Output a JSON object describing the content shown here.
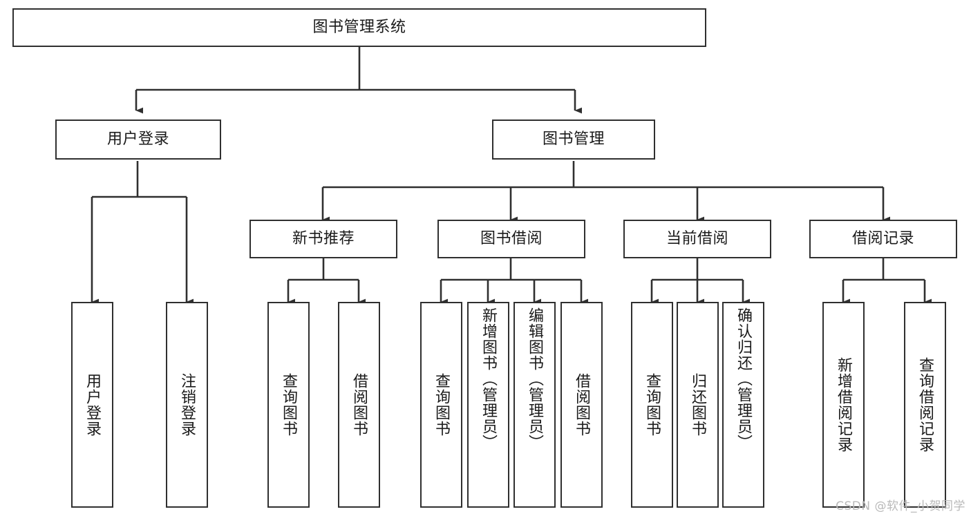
{
  "diagram": {
    "type": "hierarchy-tree",
    "title": "图书管理系统",
    "watermark": "CSDN @软件_小贺同学",
    "colors": {
      "stroke": "#2f2f2f",
      "box_fill": "#ffffff",
      "text": "#1a1a1a",
      "watermark": "#b9b9b9",
      "background": "#ffffff"
    },
    "nodes": {
      "root": {
        "label": "图书管理系统"
      },
      "level2": [
        {
          "id": "user-login",
          "label": "用户登录"
        },
        {
          "id": "book-manage",
          "label": "图书管理"
        }
      ],
      "level3": [
        {
          "id": "new-book-recommend",
          "label": "新书推荐"
        },
        {
          "id": "book-borrow",
          "label": "图书借阅"
        },
        {
          "id": "current-borrow",
          "label": "当前借阅"
        },
        {
          "id": "borrow-record",
          "label": "借阅记录"
        }
      ],
      "leaves": {
        "user-login": [
          {
            "id": "leaf-user-login",
            "label": "用户登录"
          },
          {
            "id": "leaf-logout-login",
            "label": "注销登录"
          }
        ],
        "new-book-recommend": [
          {
            "id": "leaf-query-book-1",
            "label": "查询图书"
          },
          {
            "id": "leaf-borrow-book-1",
            "label": "借阅图书"
          }
        ],
        "book-borrow": [
          {
            "id": "leaf-query-book-2",
            "label": "查询图书"
          },
          {
            "id": "leaf-add-book",
            "label": "新增图书（管理员）"
          },
          {
            "id": "leaf-edit-book",
            "label": "编辑图书（管理员）"
          },
          {
            "id": "leaf-borrow-book-2",
            "label": "借阅图书"
          }
        ],
        "current-borrow": [
          {
            "id": "leaf-query-book-3",
            "label": "查询图书"
          },
          {
            "id": "leaf-return-book",
            "label": "归还图书"
          },
          {
            "id": "leaf-confirm-return",
            "label": "确认归还（管理员）"
          }
        ],
        "borrow-record": [
          {
            "id": "leaf-add-record",
            "label": "新增借阅记录"
          },
          {
            "id": "leaf-query-record",
            "label": "查询借阅记录"
          }
        ]
      }
    }
  }
}
